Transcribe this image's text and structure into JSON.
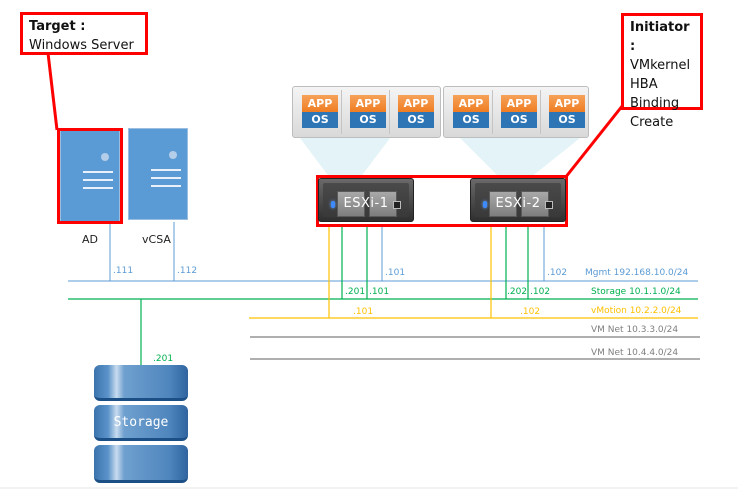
{
  "callouts": {
    "target": {
      "title": "Target :",
      "lines": [
        "Windows Server"
      ]
    },
    "initiator": {
      "title": "Initiator :",
      "lines": [
        "VMkernel",
        "HBA",
        "Binding",
        "Create"
      ]
    }
  },
  "servers": [
    {
      "label": "AD",
      "ip": ".111"
    },
    {
      "label": "vCSA",
      "ip": ".112"
    }
  ],
  "vms": [
    {
      "app": "APP",
      "os": "OS"
    },
    {
      "app": "APP",
      "os": "OS"
    },
    {
      "app": "APP",
      "os": "OS"
    },
    {
      "app": "APP",
      "os": "OS"
    },
    {
      "app": "APP",
      "os": "OS"
    },
    {
      "app": "APP",
      "os": "OS"
    }
  ],
  "hosts": [
    {
      "name": "ESXi-1",
      "mgmt_ip": ".101",
      "storage_ips": [
        ".201",
        ".101"
      ],
      "vmotion_ip": ".101"
    },
    {
      "name": "ESXi-2",
      "mgmt_ip": ".102",
      "storage_ips": [
        ".202",
        ".102"
      ],
      "vmotion_ip": ".102"
    }
  ],
  "networks": [
    {
      "name": "Mgmt 192.168.10.0/24",
      "color": "#5b9bd5"
    },
    {
      "name": "Storage 10.1.1.0/24",
      "color": "#00b050"
    },
    {
      "name": "vMotion 10.2.2.0/24",
      "color": "#ffc000"
    },
    {
      "name": "VM Net 10.3.3.0/24",
      "color": "#7f7f7f"
    },
    {
      "name": "VM Net 10.4.4.0/24",
      "color": "#7f7f7f"
    }
  ],
  "storage": {
    "label": "Storage",
    "ip": ".201"
  },
  "colors": {
    "highlight": "#ff0000"
  }
}
